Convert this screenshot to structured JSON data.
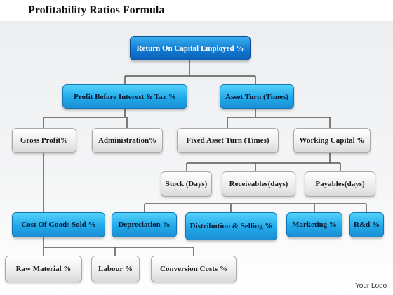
{
  "title": "Profitability Ratios Formula",
  "logo": "Your Logo",
  "nodes": {
    "roce": "Return On Capital Employed %",
    "pbit": "Profit Before Interest & Tax %",
    "asset_turn": "Asset Turn (Times)",
    "gross_profit": "Gross Profit%",
    "administration": "Administration%",
    "fixed_asset_turn": "Fixed Asset Turn (Times)",
    "working_capital": "Working Capital %",
    "stock_days": "Stock (Days)",
    "receivables_days": "Receivables(days)",
    "payables_days": "Payables(days)",
    "cogs": "Cost Of Goods Sold %",
    "depreciation": "Depreciation %",
    "distribution_selling": "Distribution & Selling %",
    "marketing": "Marketing %",
    "rnd": "R&d %",
    "raw_material": "Raw Material %",
    "labour": "Labour %",
    "conversion_costs": "Conversion Costs %"
  },
  "colors": {
    "primary_blue": "#1b8fd3",
    "dark_blue": "#0c62b6",
    "gray_box": "#ececec",
    "connector": "#555555"
  }
}
